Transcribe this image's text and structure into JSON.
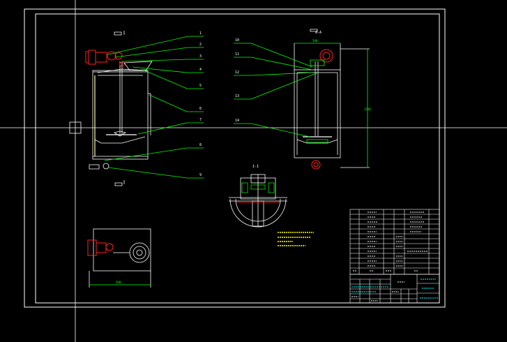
{
  "drawing": {
    "layer_colors": {
      "outline": "#ffffff",
      "leader": "#00ff00",
      "dimension": "#00ff00",
      "motor": "#ff2020",
      "notes": "#ffff00",
      "title_cyan": "#00ffff",
      "highlight": "#ffff99"
    },
    "view_label_top": "A-A",
    "view_label_section": "I-I",
    "dimensions": {
      "top_width": "500",
      "height": "1230",
      "plan_width": "500"
    },
    "front_balloons": [
      "1",
      "2",
      "3",
      "4",
      "5",
      "6",
      "7",
      "8",
      "9"
    ],
    "side_balloons": [
      "10",
      "11",
      "12",
      "13",
      "14"
    ]
  }
}
